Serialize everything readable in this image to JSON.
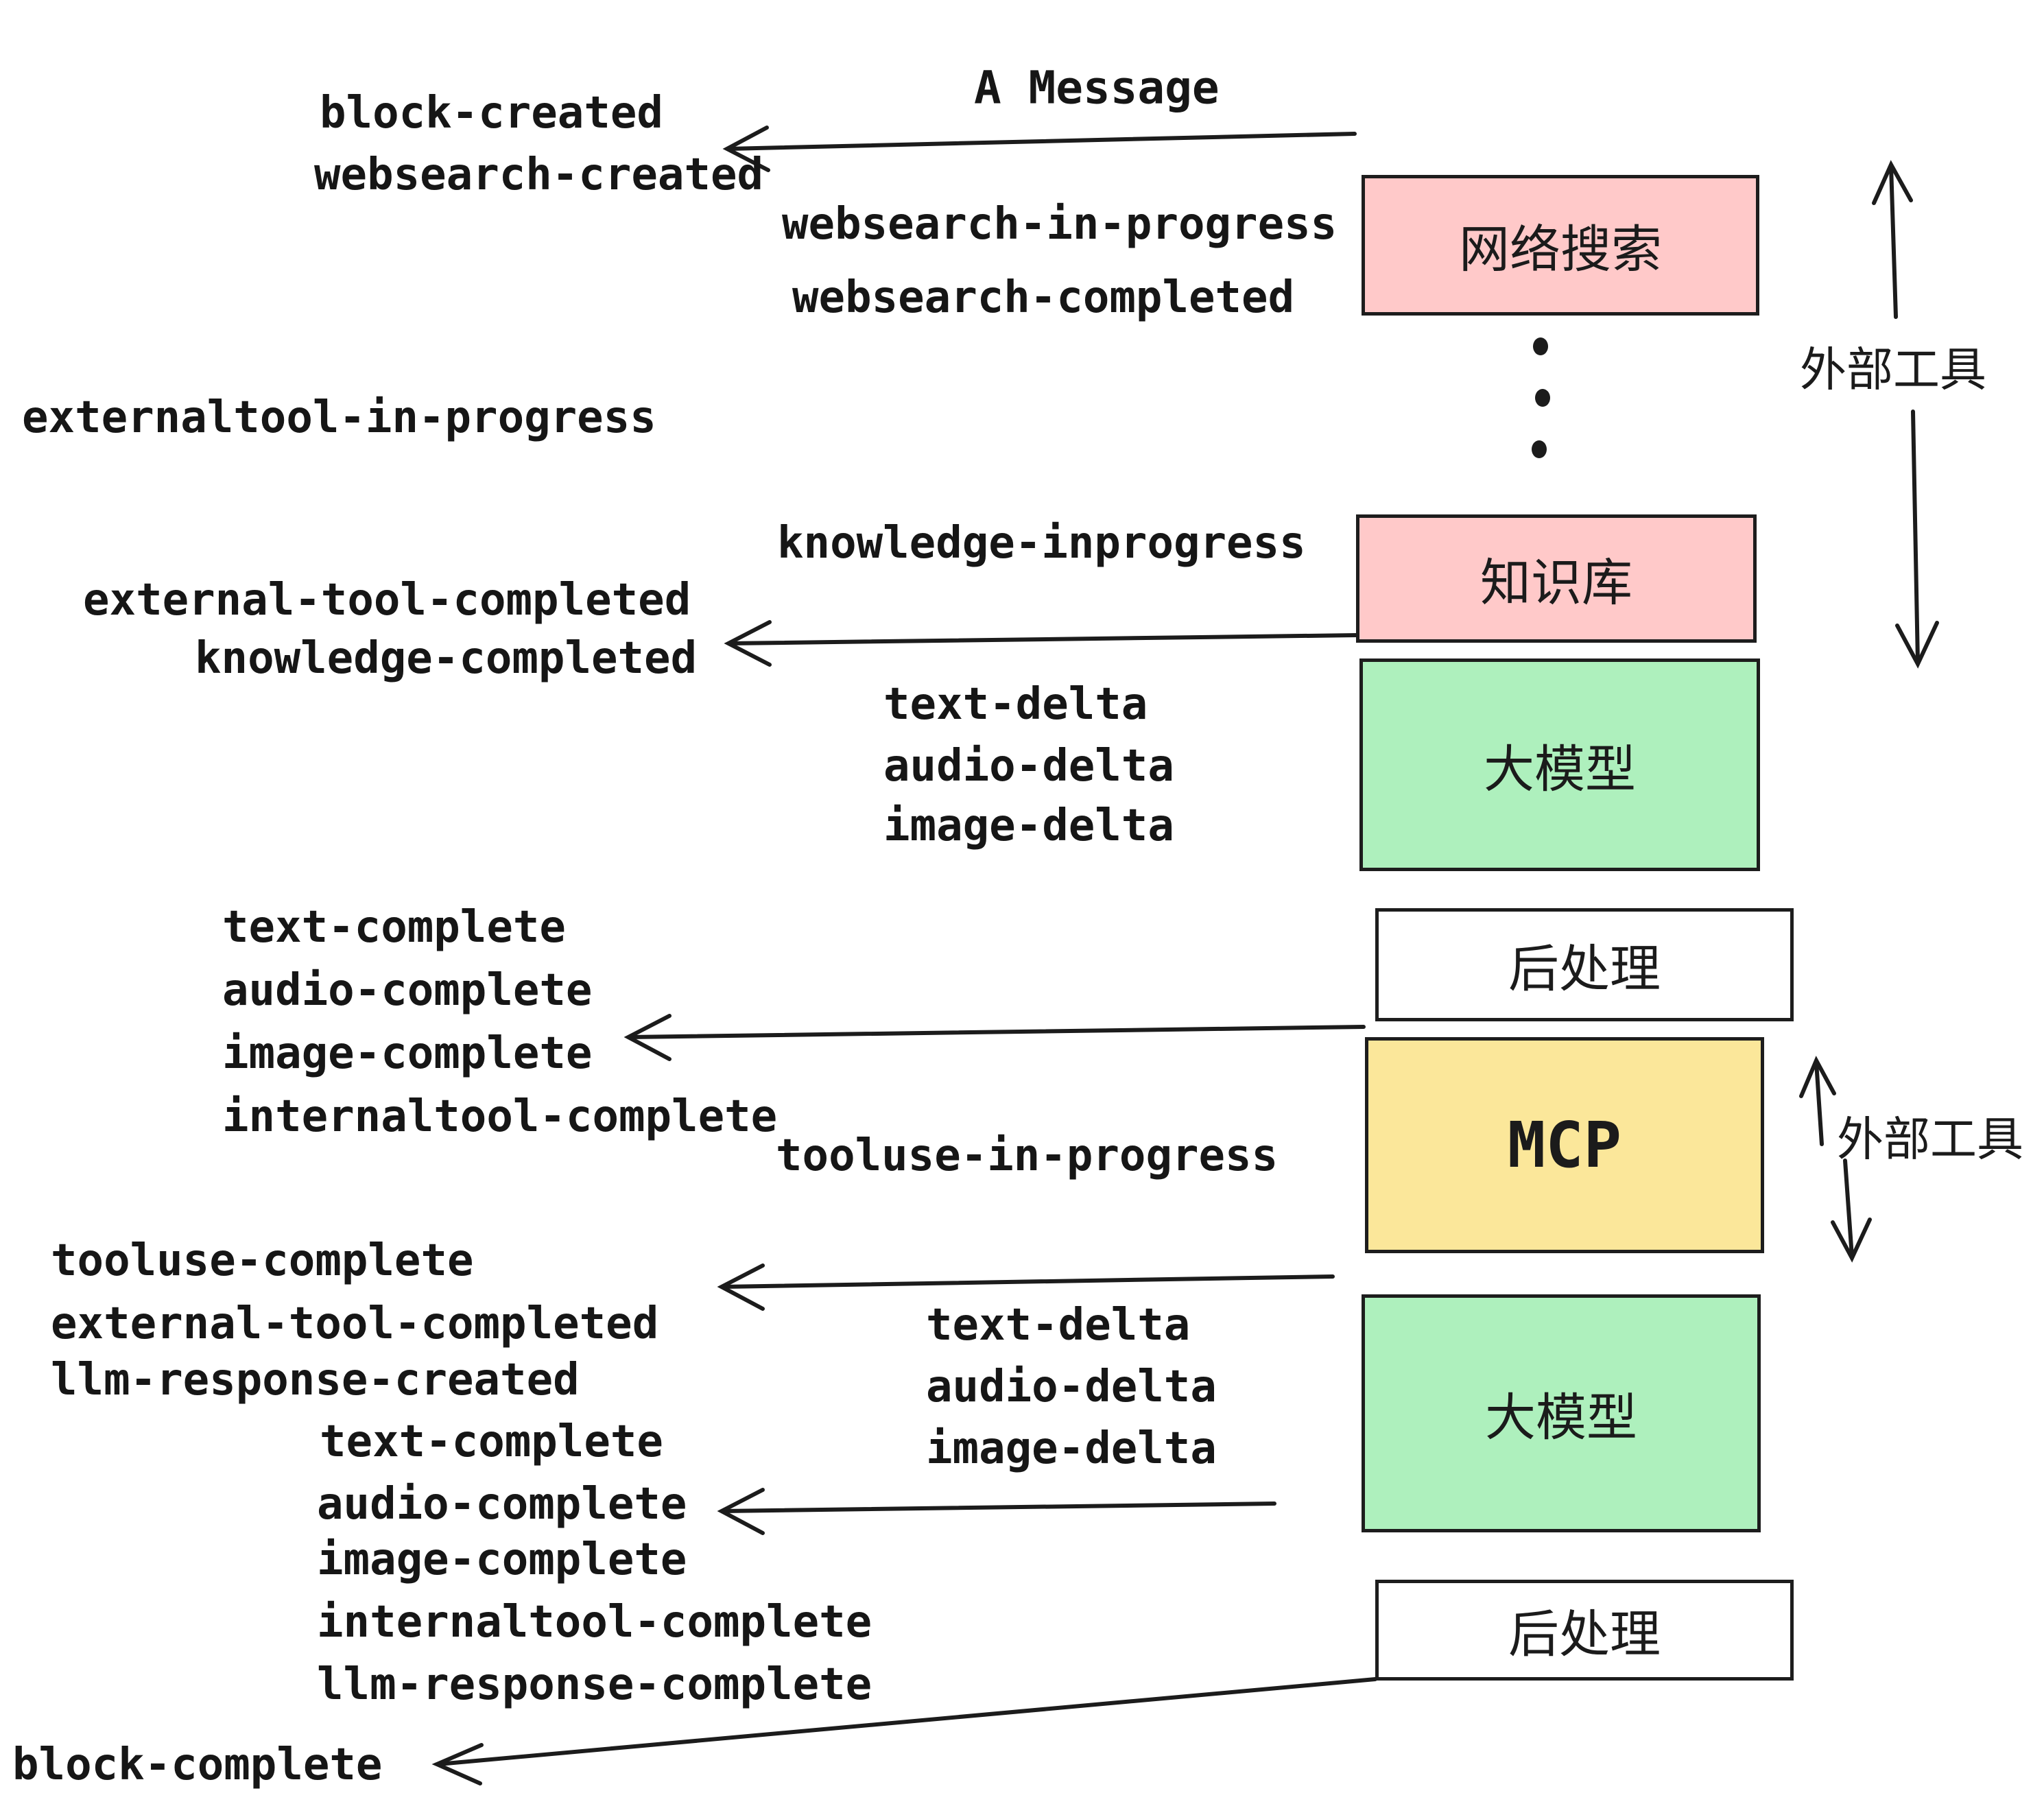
{
  "title": "A Message",
  "colors": {
    "box_pink": "#FFC9C9",
    "box_green": "#AEF0BD",
    "box_yellow": "#FBE79A",
    "box_white": "#FFFFFF",
    "border": "#1D1D1D",
    "text": "#161616"
  },
  "boxes": [
    {
      "id": "websearch",
      "label": "网络搜索",
      "color": "pink"
    },
    {
      "id": "knowledge",
      "label": "知识库",
      "color": "pink"
    },
    {
      "id": "llm1",
      "label": "大模型",
      "color": "green"
    },
    {
      "id": "post1",
      "label": "后处理",
      "color": "white"
    },
    {
      "id": "mcp",
      "label": "MCP",
      "color": "yellow"
    },
    {
      "id": "llm2",
      "label": "大模型",
      "color": "green"
    },
    {
      "id": "post2",
      "label": "后处理",
      "color": "white"
    }
  ],
  "side_labels": [
    {
      "text": "外部工具"
    },
    {
      "text": "外部工具"
    }
  ],
  "events": {
    "block_created": "block-created",
    "websearch_created": "websearch-created",
    "websearch_in_progress": "websearch-in-progress",
    "websearch_completed": "websearch-completed",
    "externaltool_in_progress": "externaltool-in-progress",
    "knowledge_inprogress": "knowledge-inprogress",
    "external_tool_completed_1": "external-tool-completed",
    "knowledge_completed": "knowledge-completed",
    "text_delta_1": "text-delta",
    "audio_delta_1": "audio-delta",
    "image_delta_1": "image-delta",
    "text_complete_1": "text-complete",
    "audio_complete_1": "audio-complete",
    "image_complete_1": "image-complete",
    "internaltool_complete_1": "internaltool-complete",
    "tooluse_in_progress": "tooluse-in-progress",
    "tooluse_complete": "tooluse-complete",
    "external_tool_completed_2": "external-tool-completed",
    "llm_response_created": "llm-response-created",
    "text_delta_2": "text-delta",
    "audio_delta_2": "audio-delta",
    "image_delta_2": "image-delta",
    "text_complete_2": "text-complete",
    "audio_complete_2": "audio-complete",
    "image_complete_2": "image-complete",
    "internaltool_complete_2": "internaltool-complete",
    "llm_response_complete": "llm-response-complete",
    "block_complete": "block-complete"
  }
}
